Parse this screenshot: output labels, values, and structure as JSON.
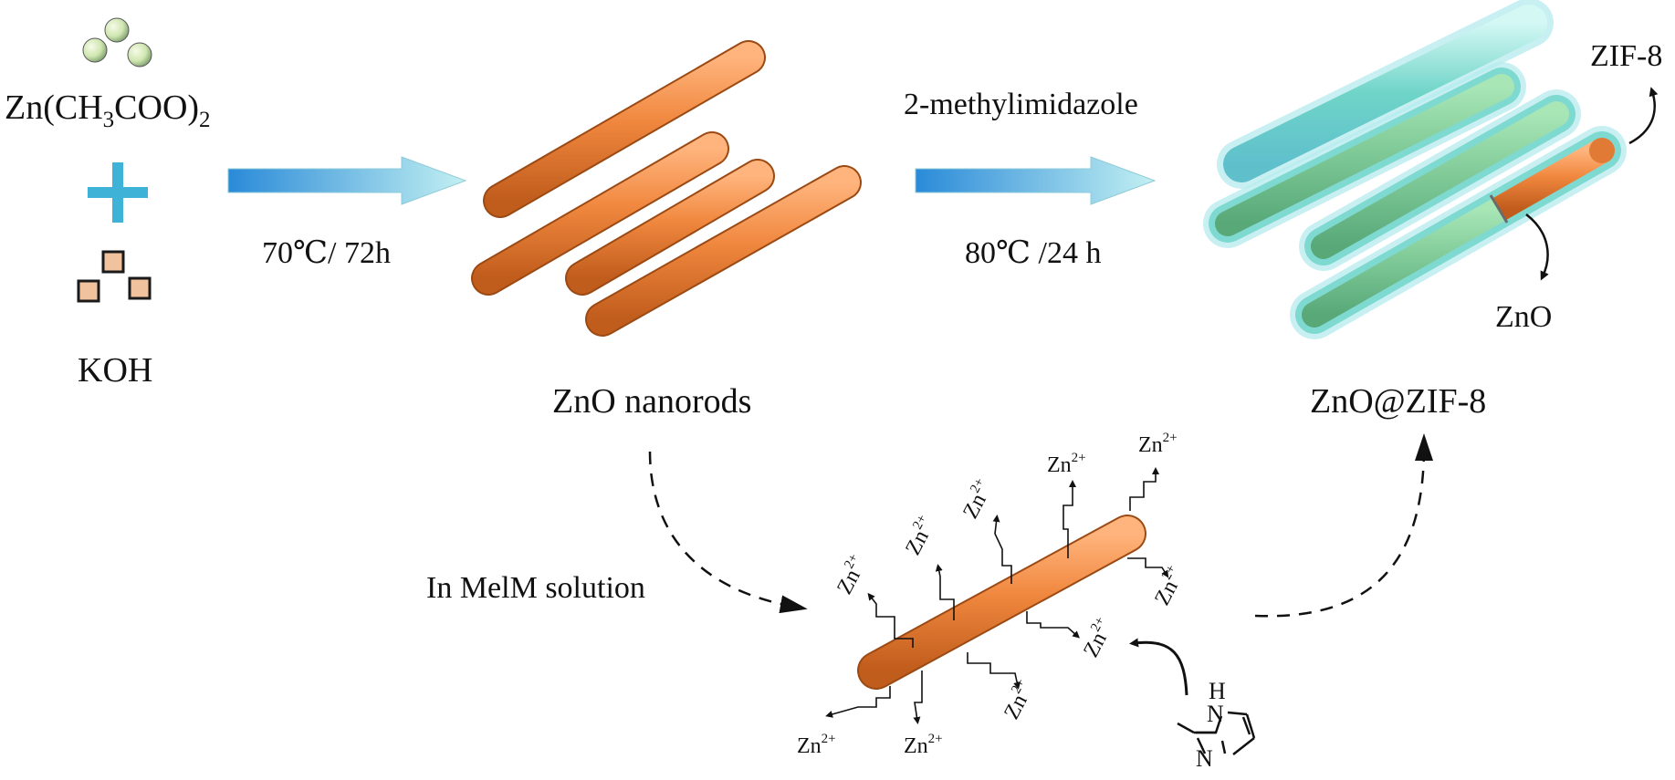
{
  "reactants": {
    "zinc_acetate": {
      "lead": "Zn(CH",
      "sub1": "3",
      "mid": "COO)",
      "sub2": "2"
    },
    "base": "KOH"
  },
  "step1": {
    "condition": "70℃/ 72h",
    "product": "ZnO nanorods"
  },
  "step2": {
    "reagent": "2-methylimidazole",
    "condition": "80℃ /24 h",
    "product": "ZnO@ZIF-8"
  },
  "callouts": {
    "shell": "ZIF-8",
    "core": "ZnO"
  },
  "mechanism": {
    "medium": "In MelM solution",
    "ion": "Zn",
    "charge": "2+",
    "imidazole": {
      "n_top": "N",
      "h_top": "H",
      "n_bottom": "N"
    }
  },
  "colors": {
    "rod": "#f0873e",
    "shell": "#6fd4c8",
    "shell_core": "#7dc896",
    "arrow_from": "#2a8ad8",
    "arrow_to": "#c2f0f2",
    "sphere": "#cfe6b0",
    "cube": "#f1c29e",
    "plus": "#3fb2d8"
  }
}
